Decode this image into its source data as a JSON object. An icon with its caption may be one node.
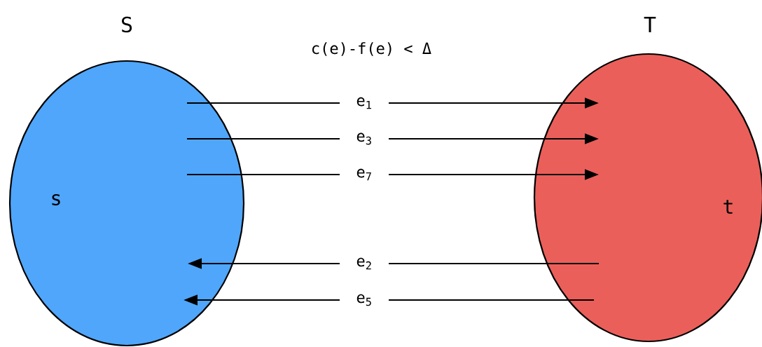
{
  "diagram": {
    "nodes": [
      {
        "text": [
          "S",
          "s"
        ]
      },
      {
        "text": [
          "T",
          "t"
        ]
      }
    ],
    "edges": [
      {
        "from": 0,
        "to": 1,
        "arrow": "to",
        "label": "e$_{1}$"
      },
      {
        "from": 0,
        "to": 1,
        "arrow": "to",
        "label": "e$_{3}$"
      },
      {
        "from": 0,
        "to": 1,
        "arrow": "to",
        "label": "e$_{7}$"
      },
      {
        "from": 1,
        "to": 0,
        "arrow": "to",
        "label": "e$_{2}$"
      },
      {
        "from": 1,
        "to": 0,
        "arrow": "to",
        "label": "e$_{5}$"
      }
    ],
    "labels": [
      "c(e)-f(e) < Δ"
    ]
  }
}
